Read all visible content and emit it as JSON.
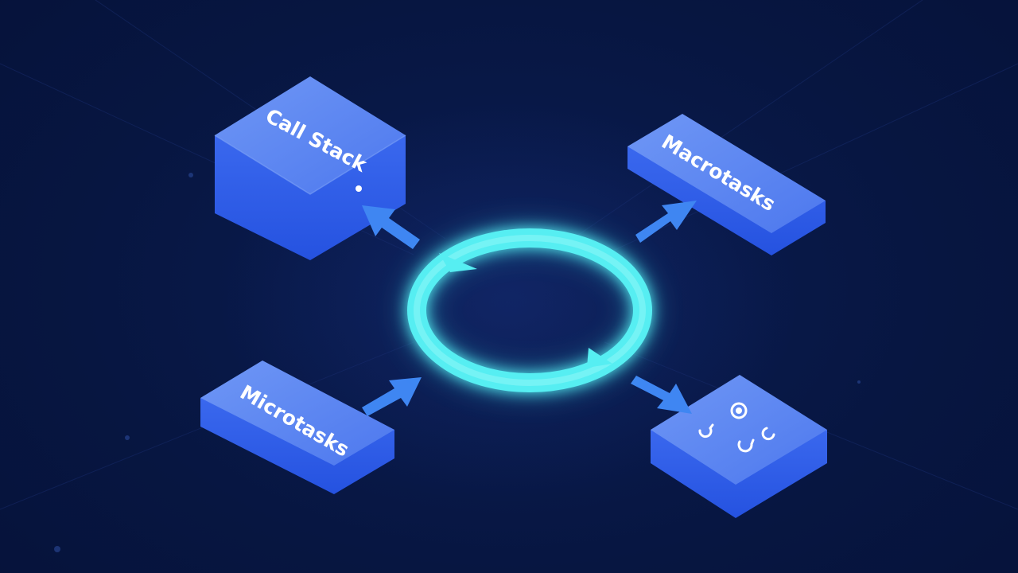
{
  "diagram": {
    "blocks": {
      "call_stack": {
        "label": "Call Stack"
      },
      "macrotasks": {
        "label": "Macrotasks"
      },
      "microtasks": {
        "label": "Microtasks"
      },
      "events": {
        "label": "",
        "icon": "pointer-events-icon"
      }
    },
    "center": {
      "icon": "event-loop-ring"
    },
    "colors": {
      "background": "#071641",
      "block_top": "#5a86f0",
      "block_side": "#2f5fe6",
      "arrow": "#3f86f2",
      "loop_glow": "#52f0f2"
    }
  }
}
